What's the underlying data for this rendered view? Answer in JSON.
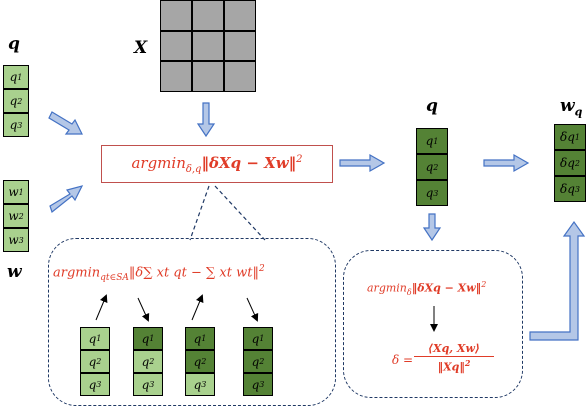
{
  "labels": {
    "q_left": "q",
    "w_left": "w",
    "X": "X",
    "q_mid": "q",
    "wq": "w",
    "wq_sub": "q"
  },
  "vectors": {
    "q_left": [
      "q1",
      "q2",
      "q3"
    ],
    "w_left": [
      "w1",
      "w2",
      "w3"
    ],
    "q_mid": [
      "q1",
      "q2",
      "q3"
    ],
    "wq": [
      "δq1",
      "δq2",
      "δq3"
    ],
    "bottom_cols": [
      [
        "q1",
        "q2",
        "q3"
      ],
      [
        "q1",
        "q2",
        "q3"
      ],
      [
        "q1",
        "q2",
        "q3"
      ],
      [
        "q1",
        "q2",
        "q3"
      ]
    ]
  },
  "formulas": {
    "main": "argmin",
    "main_sub": "δ,q",
    "main_body": "‖δXq − Xw‖",
    "main_sup": "2",
    "bottom_left": "argmin",
    "bottom_left_sub": "qt∈SA",
    "bottom_left_body": "‖δ∑ xt qt  − ∑ xt wt‖",
    "bottom_left_sup": "2",
    "right_argmin": "argmin",
    "right_argmin_sub": "δ",
    "right_argmin_body": "‖δXq  − Xw‖",
    "right_argmin_sup": "2",
    "delta_lhs": "δ =",
    "delta_num": "⟨Xq, Xw⟩",
    "delta_den": "‖Xq‖",
    "delta_den_sup": "2"
  },
  "colors": {
    "light_green": "#a9d18e",
    "dark_green": "#548235",
    "red": "#e03c28",
    "arrow_blue": "#4472c4",
    "arrow_fill": "#b4c7e7",
    "grid_gray": "#a6a6a6",
    "dash_navy": "#1f3864"
  }
}
